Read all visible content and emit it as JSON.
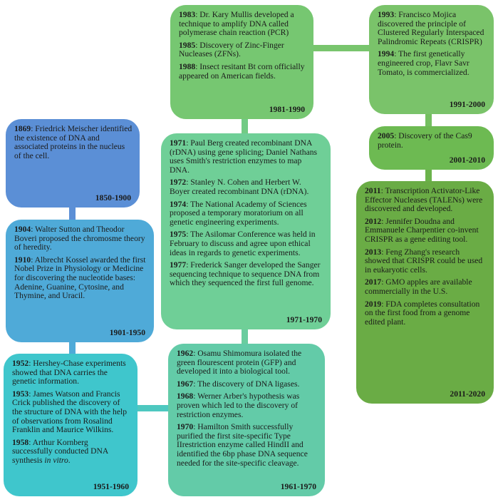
{
  "colors": {
    "c1850": "#5b8fd6",
    "c1901": "#4faad8",
    "c1951": "#3fc6cc",
    "c1961": "#63cba8",
    "c1971": "#6fcf97",
    "c1981": "#76c771",
    "c1991": "#7ac36a",
    "c2001": "#6dba52",
    "c2011": "#6aac45"
  },
  "boxes": {
    "b1850": {
      "period": "1850-1900",
      "entries": [
        {
          "year": "1869",
          "text": ": Friedrick Meischer identified the existence of DNA and associated proteins in the nucleus of the cell."
        }
      ]
    },
    "b1901": {
      "period": "1901-1950",
      "entries": [
        {
          "year": "1904",
          "text": ": Walter Sutton and Theodor Boveri proposed the chromosme theory of heredity."
        },
        {
          "year": "1910",
          "text": ": Albrecht Kossel awarded the first Nobel Prize in Physiology or Medicine for discovering the nucleotide bases: Adenine, Guanine, Cytosine, and Thymine, and Uracil."
        }
      ]
    },
    "b1951": {
      "period": "1951-1960",
      "entries": [
        {
          "year": "1952",
          "text": ": Hershey-Chase experiments showed that DNA carries the genetic information."
        },
        {
          "year": "1953",
          "text": ": James Watson and Francis Crick published the discovery of the structure of DNA with the help of observations from Rosalind Franklin and Maurice Wilkins."
        },
        {
          "year": "1958",
          "text": ": Arthur Kornberg successfully conducted DNA synthesis",
          "italic": " in vitro",
          "after": "."
        }
      ]
    },
    "b1961": {
      "period": "1961-1970",
      "entries": [
        {
          "year": "1962",
          "text": ": Osamu Shimomura isolated the green flourescent protein (GFP) and developed it into a biological tool."
        },
        {
          "year": "1967",
          "text": ": The discovery of DNA ligases."
        },
        {
          "year": "1968",
          "text": ": Werner Arber's hypothesis was proven which led to the discovery of restriction enzymes."
        },
        {
          "year": "1970",
          "text": ": Hamilton Smith successfully purified the first site-specific Type IIrestriction enzyme called HindII and identified the 6bp phase DNA sequence needed for the site-specific cleavage."
        }
      ]
    },
    "b1971": {
      "period": "1971-1970",
      "entries": [
        {
          "year": "1971",
          "text": ": Paul Berg created recombinant DNA (rDNA) using gene splicing; Daniel Nathans uses Smith's restriction enzymes to map DNA."
        },
        {
          "year": "1972",
          "text": ": Stanley N. Cohen and Herbert W. Boyer created recombinant DNA (rDNA)."
        },
        {
          "year": "1974",
          "text": ": The National Academy of Sciences proposed a temporary moratorium on all genetic engineering experiments."
        },
        {
          "year": "1975",
          "text": ": The Asilomar Conference was held in February to discuss and agree upon ethical ideas in regards to genetic experiments."
        },
        {
          "year": "1977",
          "text": ": Frederick Sanger developed the Sanger sequencing technique to sequence DNA from which they sequenced the first full genome."
        }
      ]
    },
    "b1981": {
      "period": "1981-1990",
      "entries": [
        {
          "year": "1983",
          "text": ": Dr. Kary Mullis developed a technique to amplify DNA called polymerase chain reaction (PCR)"
        },
        {
          "year": "1985",
          "text": ": Discovery of Zinc-Finger Nucleases (ZFNs)."
        },
        {
          "year": "1988",
          "text": ": Insect resitant Bt corn officially appeared on American fields."
        }
      ]
    },
    "b1991": {
      "period": "1991-2000",
      "entries": [
        {
          "year": "1993",
          "text": ": Francisco Mojica discovered the principle of Clustered Regularly Interspaced Palindromic Repeats (CRISPR)"
        },
        {
          "year": "1994",
          "text": ": The first genetically engineered crop, Flavr Savr Tomato, is commercialized."
        }
      ]
    },
    "b2001": {
      "period": "2001-2010",
      "entries": [
        {
          "year": "2005",
          "text": ": Discovery of the Cas9 protein."
        }
      ]
    },
    "b2011": {
      "period": "2011-2020",
      "entries": [
        {
          "year": "2011",
          "text": ": Transcription Activator-Like Effector Nucleases (TALENs) were discovered and developed."
        },
        {
          "year": "2012",
          "text": ": Jennifer Doudna and Emmanuele Charpentier co-invent CRISPR as a gene editing tool."
        },
        {
          "year": "2013",
          "text": ": Feng Zhang's research showed that CRISPR could be used in eukaryotic cells."
        },
        {
          "year": "2017",
          "text": ": GMO apples are available commercially in the U.S."
        },
        {
          "year": "2019",
          "text": ": FDA completes consultation on the first food from a genome edited plant."
        }
      ]
    }
  }
}
